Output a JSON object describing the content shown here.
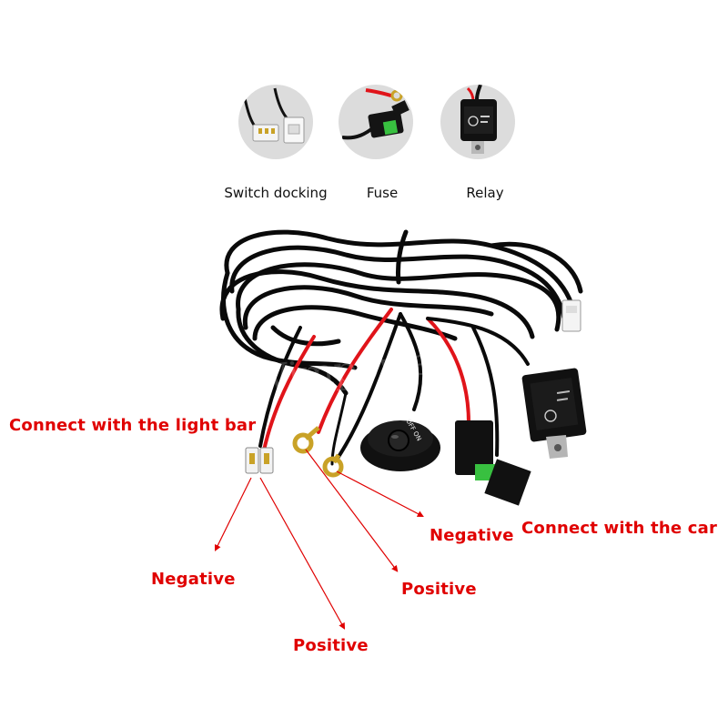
{
  "parts": [
    {
      "label": "Switch docking",
      "icon": "connector-icon"
    },
    {
      "label": "Fuse",
      "icon": "fuse-icon"
    },
    {
      "label": "Relay",
      "icon": "relay-icon"
    }
  ],
  "callouts": {
    "light_bar": "Connect with the light bar",
    "car": "Connect with the car",
    "light_bar_negative": "Negative",
    "light_bar_positive": "Positive",
    "car_negative": "Negative",
    "car_positive": "Positive"
  },
  "switch_text": "OFF ON",
  "watermark": "Wimpower",
  "colors": {
    "callout": "#e00000",
    "wire_black": "#0a0a0a",
    "wire_red": "#e0141a",
    "fuse_green": "#38c040"
  }
}
